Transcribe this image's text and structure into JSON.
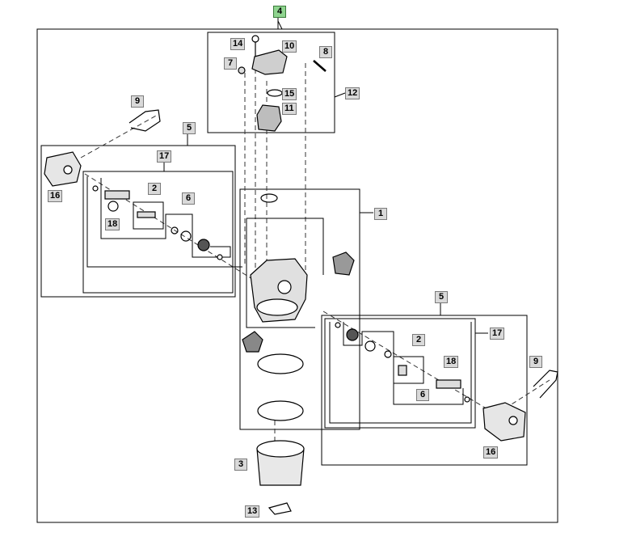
{
  "callouts": {
    "c4": "4",
    "c14": "14",
    "c10": "10",
    "c7": "7",
    "c8": "8",
    "c12": "12",
    "c15": "15",
    "c11": "11",
    "c9_left": "9",
    "c5_left": "5",
    "c17_left": "17",
    "c16_left": "16",
    "c2_left": "2",
    "c6_left": "6",
    "c18_left": "18",
    "c1": "1",
    "c5_right": "5",
    "c17_right": "17",
    "c2_right": "2",
    "c18_right": "18",
    "c6_right": "6",
    "c9_right": "9",
    "c16_right": "16",
    "c3": "3",
    "c13": "13"
  },
  "colors": {
    "line": "#000000",
    "highlight_label": "#8fd48f",
    "label_bg": "#d9d9d9"
  }
}
